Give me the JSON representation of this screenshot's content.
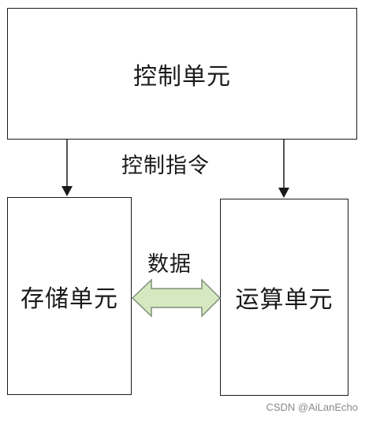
{
  "diagram": {
    "control_unit": "控制单元",
    "storage_unit": "存储单元",
    "alu_unit": "运算单元",
    "control_instruction_label": "控制指令",
    "data_label": "数据"
  },
  "colors": {
    "line": "#1a1a1a",
    "data_arrow_fill": "#d5e8c0",
    "data_arrow_stroke": "#7f8f78"
  },
  "watermark": "CSDN @AiLanEcho"
}
